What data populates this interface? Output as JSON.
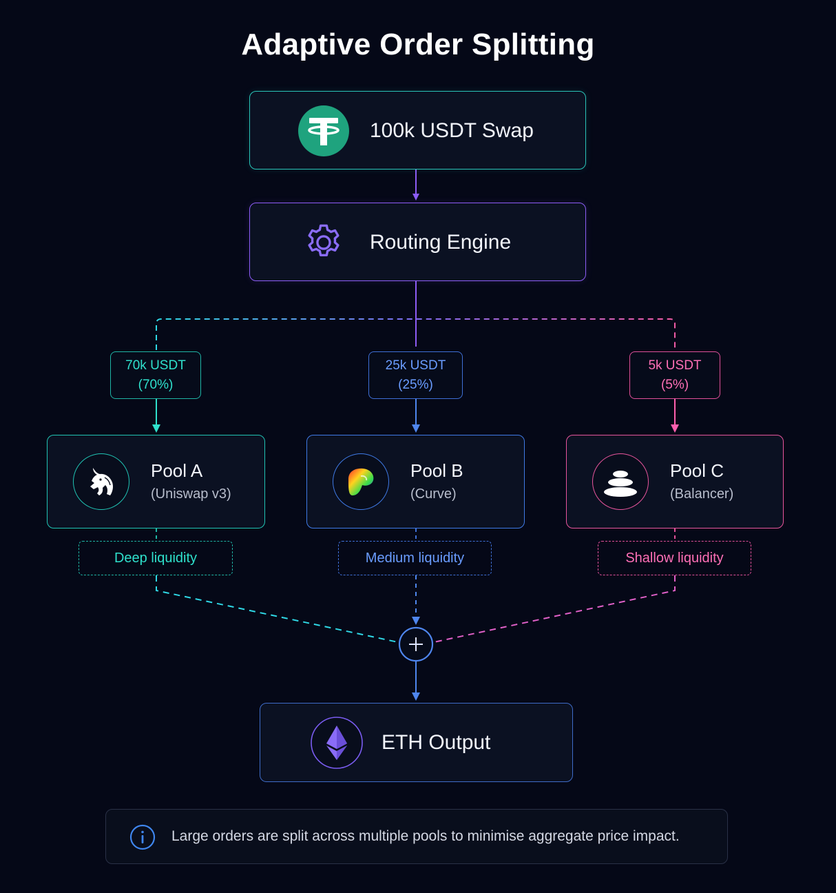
{
  "title": "Adaptive Order Splitting",
  "source": {
    "label": "100k USDT Swap",
    "icon": "tether-icon"
  },
  "engine": {
    "label": "Routing Engine",
    "icon": "gear-icon"
  },
  "splits": [
    {
      "amount": "70k USDT",
      "percent": "(70%)",
      "color": "#2fe0cc"
    },
    {
      "amount": "25k USDT",
      "percent": "(25%)",
      "color": "#6a9cff"
    },
    {
      "amount": "5k USDT",
      "percent": "(5%)",
      "color": "#ff6fb6"
    }
  ],
  "pools": [
    {
      "name": "Pool A",
      "protocol": "(Uniswap v3)",
      "icon": "uniswap-icon",
      "liquidity": "Deep liquidity"
    },
    {
      "name": "Pool B",
      "protocol": "(Curve)",
      "icon": "curve-icon",
      "liquidity": "Medium liquidity"
    },
    {
      "name": "Pool C",
      "protocol": "(Balancer)",
      "icon": "balancer-icon",
      "liquidity": "Shallow liquidity"
    }
  ],
  "aggregator": {
    "icon": "plus-icon"
  },
  "output": {
    "label": "ETH Output",
    "icon": "ethereum-icon"
  },
  "note": {
    "text": "Large orders are split across multiple pools to minimise aggregate price impact.",
    "icon": "info-icon"
  }
}
